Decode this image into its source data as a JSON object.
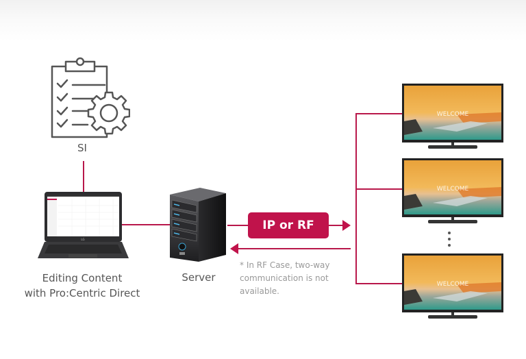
{
  "diagram": {
    "si": {
      "label": "SI",
      "icon": "clipboard-gear-icon"
    },
    "laptop": {
      "label_line1": "Editing Content",
      "label_line2": "with Pro:Centric Direct",
      "brand": "LG"
    },
    "server": {
      "label": "Server"
    },
    "link": {
      "label": "IP or RF",
      "note": "* In RF Case, two-way communication is not available."
    },
    "tvs": [
      {
        "screen_text": "WELCOME"
      },
      {
        "screen_text": "WELCOME"
      },
      {
        "screen_text": "WELCOME"
      }
    ],
    "ellipsis": "more-tvs",
    "colors": {
      "accent": "#c0134b",
      "line": "#b8174a",
      "text": "#555555",
      "note": "#999999"
    }
  }
}
